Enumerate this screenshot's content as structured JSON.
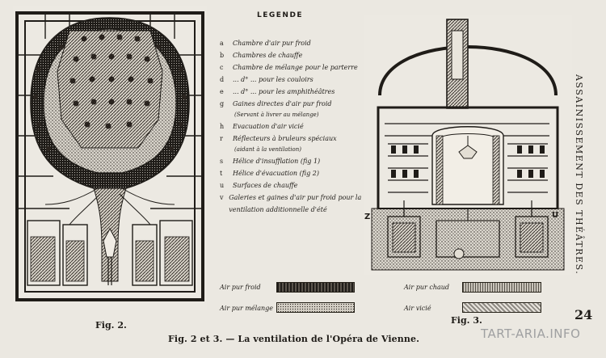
{
  "legend": {
    "title": "LEGENDE",
    "items": [
      {
        "key": "a",
        "text": "Chambre d'air pur froid"
      },
      {
        "key": "b",
        "text": "Chambres de chauffe"
      },
      {
        "key": "c",
        "text": "Chambre de mélange pour le parterre"
      },
      {
        "key": "d",
        "text": "... d° ... pour les couloirs"
      },
      {
        "key": "e",
        "text": "... d° ... pour les amphithéâtres"
      },
      {
        "key": "g",
        "text": "Gaines directes d'air pur froid"
      },
      {
        "key": "",
        "text": "(Servant à livrer au mélange)"
      },
      {
        "key": "h",
        "text": "Evacuation d'air vicié"
      },
      {
        "key": "r",
        "text": "Réflecteurs à bruleurs spéciaux"
      },
      {
        "key": "",
        "text": "(aidant à la ventilation)"
      },
      {
        "key": "s",
        "text": "Hélice d'insufflation (fig 1)"
      },
      {
        "key": "t",
        "text": "Hélice d'évacuation (fig 2)"
      },
      {
        "key": "u",
        "text": "Surfaces de chauffe"
      },
      {
        "key": "v",
        "text": "Galeries et gaines d'air pur froid pour la ventilation additionnelle d'été"
      }
    ]
  },
  "swatches": {
    "air_pur_froid": "Air pur froid",
    "air_pur_chaud": "Air pur chaud",
    "air_pur_melange": "Air pur mélange",
    "air_vicie": "Air vicié"
  },
  "figures": {
    "fig2": "Fig. 2.",
    "fig3": "Fig. 3."
  },
  "caption": "Fig. 2 et 3. — La ventilation de l'Opéra de Vienne.",
  "side_title": "ASSAINISSEMENT DES THÉÂTRES.",
  "page_number": "24",
  "watermark": "TART-ARIA.INFO",
  "marks": {
    "z": "Z",
    "u": "U"
  },
  "colors": {
    "ink": "#1f1c18",
    "paper": "#ebe8e1",
    "watermark": "#9fa0a1"
  }
}
